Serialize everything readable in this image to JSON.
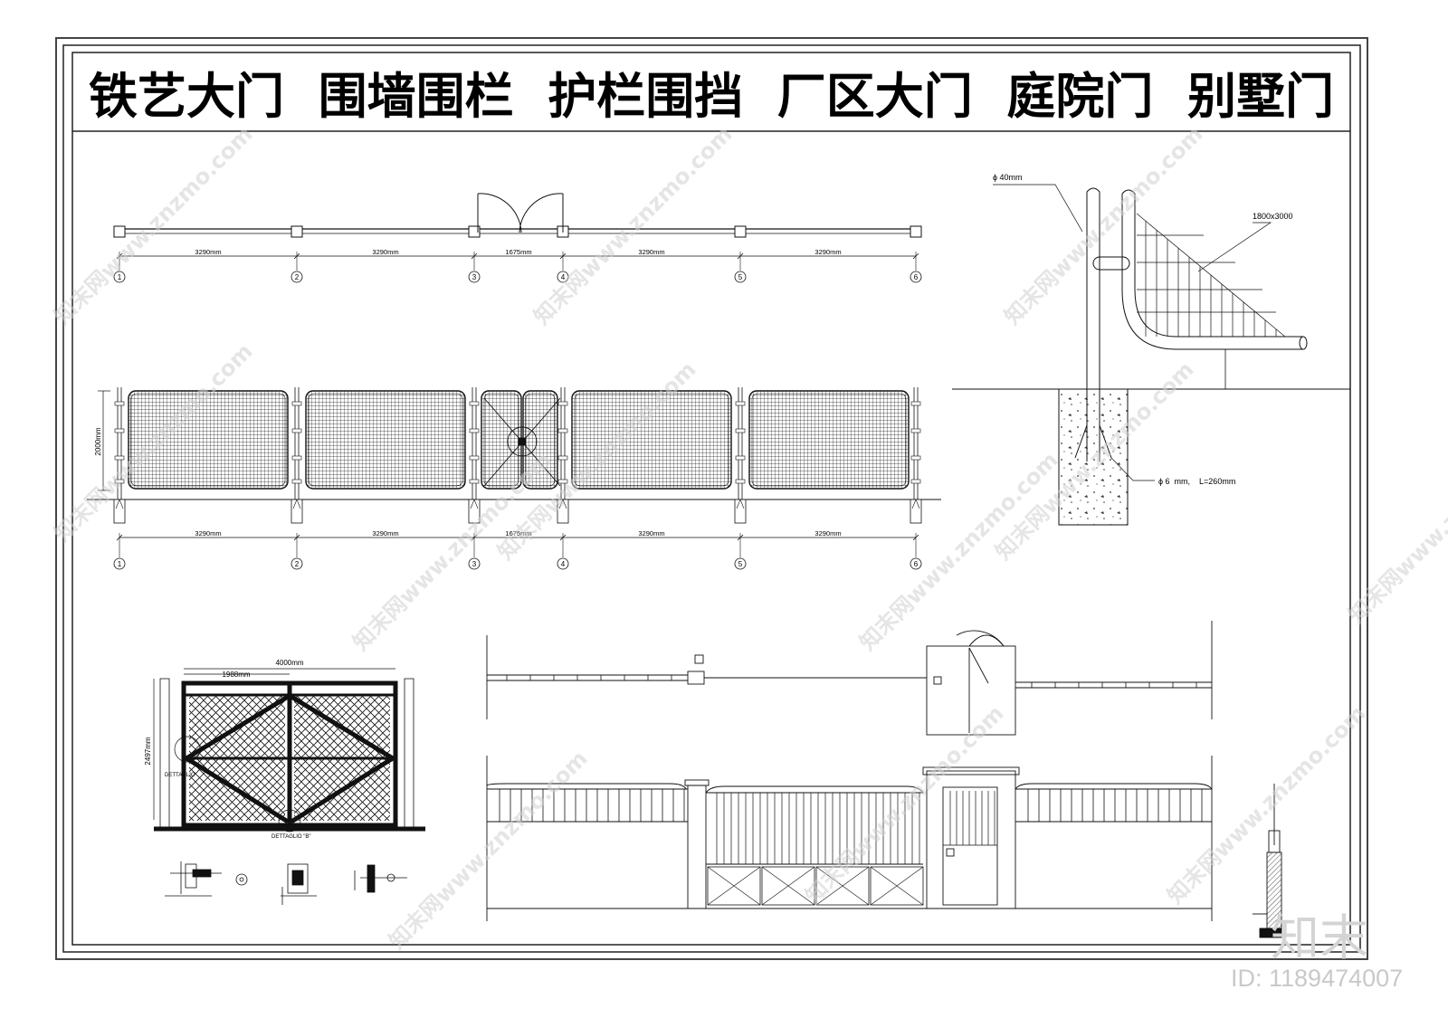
{
  "sheet": {
    "title": "铁艺大门  围墙围栏  护栏围挡  厂区大门  庭院门  别墅门"
  },
  "plan_view": {
    "axes": [
      "1",
      "2",
      "3",
      "4",
      "5",
      "6"
    ],
    "spans": [
      "3290mm",
      "3290mm",
      "1675mm",
      "3290mm",
      "3290mm"
    ]
  },
  "elevation_view": {
    "height_label": "2000mm",
    "axes": [
      "1",
      "2",
      "3",
      "4",
      "5",
      "6"
    ],
    "spans": [
      "3290mm",
      "3290mm",
      "1675mm",
      "3290mm",
      "3290mm"
    ]
  },
  "post_detail": {
    "pipe_label": "ϕ 40mm",
    "panel_label": "1800x3000",
    "anchor_label": "ϕ 6  mm,    L=260mm"
  },
  "gate_detail": {
    "width_label": "4000mm",
    "leaf_label": "1988mm",
    "height_label": "2497mm",
    "detail_a_label": "DETTAGLIO",
    "detail_b_label": "DETTAGLIO \"B\""
  },
  "watermark": {
    "text": "知末网www.znzmo.com",
    "brand": "知末",
    "id": "ID: 1189474007"
  }
}
